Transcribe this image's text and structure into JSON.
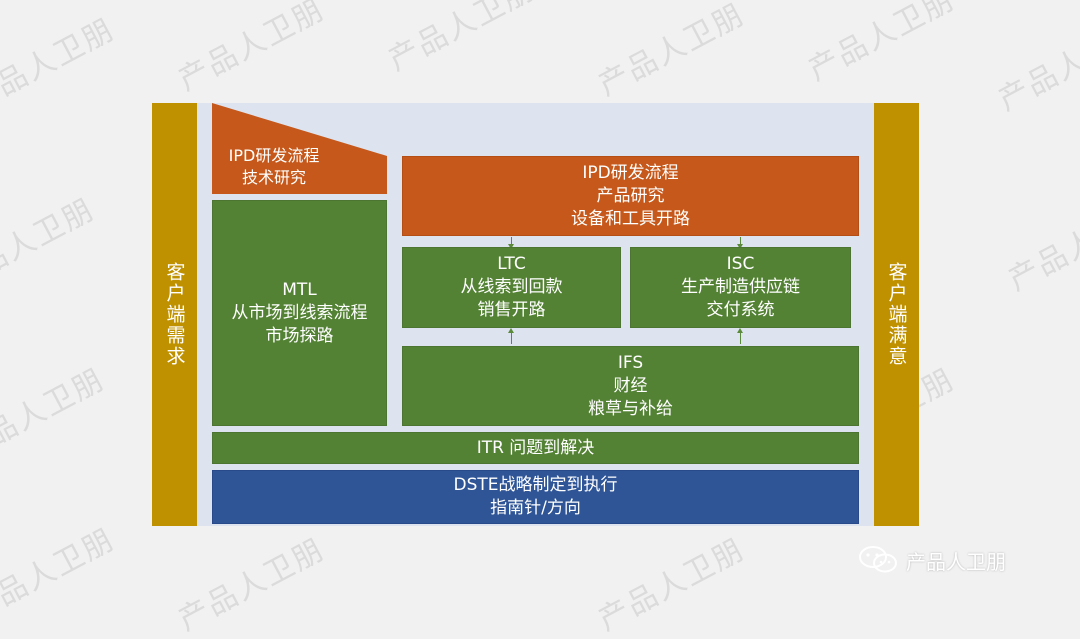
{
  "watermark": "产品人卫朋",
  "left_side": "客户端需求",
  "right_side": "客户端满意",
  "ipd_tech": {
    "line1": "IPD研发流程",
    "line2": "技术研究"
  },
  "ipd_product": {
    "line1": "IPD研发流程",
    "line2": "产品研究",
    "line3": "设备和工具开路"
  },
  "mtl": {
    "line1": "MTL",
    "line2": "从市场到线索流程",
    "line3": "市场探路"
  },
  "ltc": {
    "line1": "LTC",
    "line2": "从线索到回款",
    "line3": "销售开路"
  },
  "isc": {
    "line1": "ISC",
    "line2": "生产制造供应链",
    "line3": "交付系统"
  },
  "ifs": {
    "line1": "IFS",
    "line2": "财经",
    "line3": "粮草与补给"
  },
  "itr": "ITR 问题到解决",
  "dste": {
    "line1": "DSTE战略制定到执行",
    "line2": "指南针/方向"
  },
  "brand": {
    "icon": "wechat-icon",
    "label": "产品人卫朋"
  },
  "colors": {
    "gold": "#bf9000",
    "orange": "#c5581a",
    "green": "#548235",
    "blue": "#2f5597",
    "panel": "#dde3ef"
  }
}
